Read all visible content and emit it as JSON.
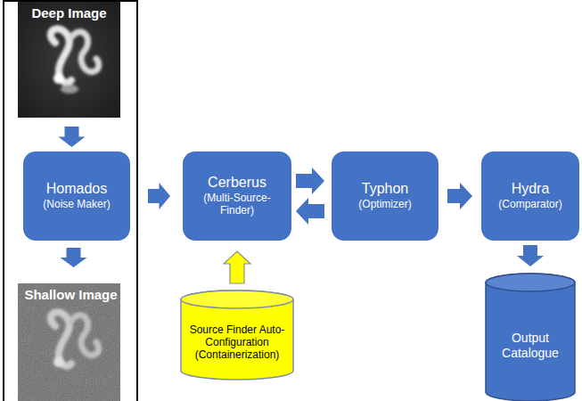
{
  "diagram": {
    "nodes": [
      {
        "text": [
          "Deep Image"
        ]
      },
      {
        "text": [
          "Homados",
          "(Noise Maker)"
        ]
      },
      {
        "text": [
          "Shallow Image"
        ]
      },
      {
        "text": [
          "Cerberus",
          "(Multi-Source- Finder)"
        ]
      },
      {
        "text": [
          "Typhon",
          "(Optimizer)"
        ]
      },
      {
        "text": [
          "Hydra",
          "(Comparator)"
        ]
      },
      {
        "text": [
          "Source Finder Auto-Configuration (Containerization)"
        ]
      },
      {
        "text": [
          "Output Catalogue"
        ]
      }
    ],
    "edges": [
      {
        "from": 0,
        "to": 1,
        "arrow": "to"
      },
      {
        "from": 1,
        "to": 2,
        "arrow": "to"
      },
      {
        "from": 1,
        "to": 3,
        "arrow": "to"
      },
      {
        "from": 3,
        "to": 4,
        "arrow": "to"
      },
      {
        "from": 4,
        "to": 3,
        "arrow": "to"
      },
      {
        "from": 4,
        "to": 5,
        "arrow": "to"
      },
      {
        "from": 6,
        "to": 3,
        "arrow": "to"
      },
      {
        "from": 5,
        "to": 7,
        "arrow": "to"
      }
    ]
  }
}
